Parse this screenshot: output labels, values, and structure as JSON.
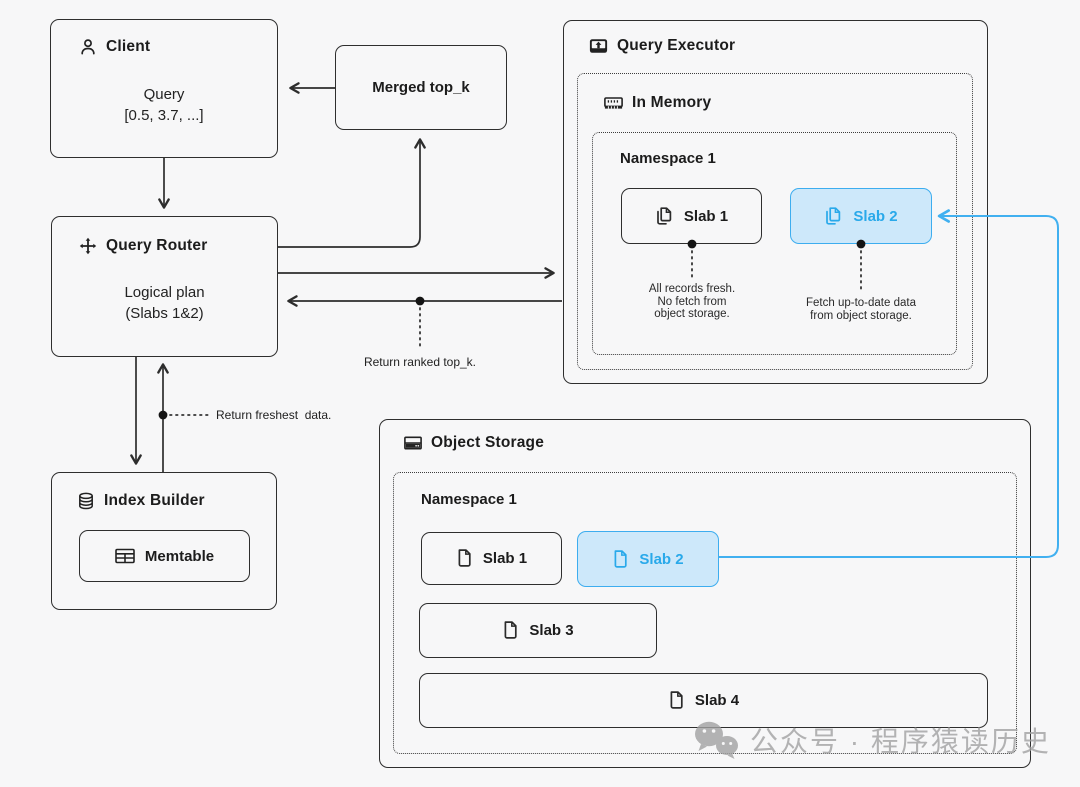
{
  "colors": {
    "background": "#F7F7F8",
    "border_dark": "#2E2E2E",
    "accent_blue": "#3DADEF",
    "accent_blue_fill": "#CDE8FA",
    "accent_blue_text": "#29A9EA",
    "watermark_gray": "#A2A2A2"
  },
  "client": {
    "icon": "person-icon",
    "title": "Client",
    "query_line1": "Query",
    "query_line2": "[0.5, 3.7, ...]"
  },
  "merged_topk": {
    "label": "Merged top_k"
  },
  "query_router": {
    "icon": "move-icon",
    "title": "Query Router",
    "plan_line1": "Logical plan",
    "plan_line2": "(Slabs 1&2)"
  },
  "query_executor": {
    "icon": "executor-icon",
    "title": "Query Executor",
    "in_memory": {
      "icon": "memory-icon",
      "title": "In Memory",
      "namespace": {
        "title": "Namespace 1",
        "slab1": {
          "icon": "copy-icon",
          "label": "Slab 1"
        },
        "slab2": {
          "icon": "copy-icon",
          "label": "Slab 2"
        },
        "slab1_note": [
          "All records fresh.",
          "No fetch from",
          "object storage."
        ],
        "slab2_note": [
          "Fetch up-to-date data",
          "from object storage."
        ]
      }
    }
  },
  "object_storage": {
    "icon": "storage-icon",
    "title": "Object Storage",
    "namespace": {
      "title": "Namespace 1",
      "slab1": {
        "icon": "file-icon",
        "label": "Slab 1"
      },
      "slab2": {
        "icon": "file-icon",
        "label": "Slab 2"
      },
      "slab3": {
        "icon": "file-icon",
        "label": "Slab 3"
      },
      "slab4": {
        "icon": "file-icon",
        "label": "Slab 4"
      }
    }
  },
  "index_builder": {
    "icon": "database-icon",
    "title": "Index Builder",
    "memtable": {
      "icon": "table-icon",
      "label": "Memtable"
    }
  },
  "labels": {
    "return_ranked": "Return ranked top_k.",
    "return_freshest": "Return freshest  data."
  },
  "watermark": {
    "icon": "wechat-icon",
    "text": "公众号 · 程序猿读历史"
  }
}
